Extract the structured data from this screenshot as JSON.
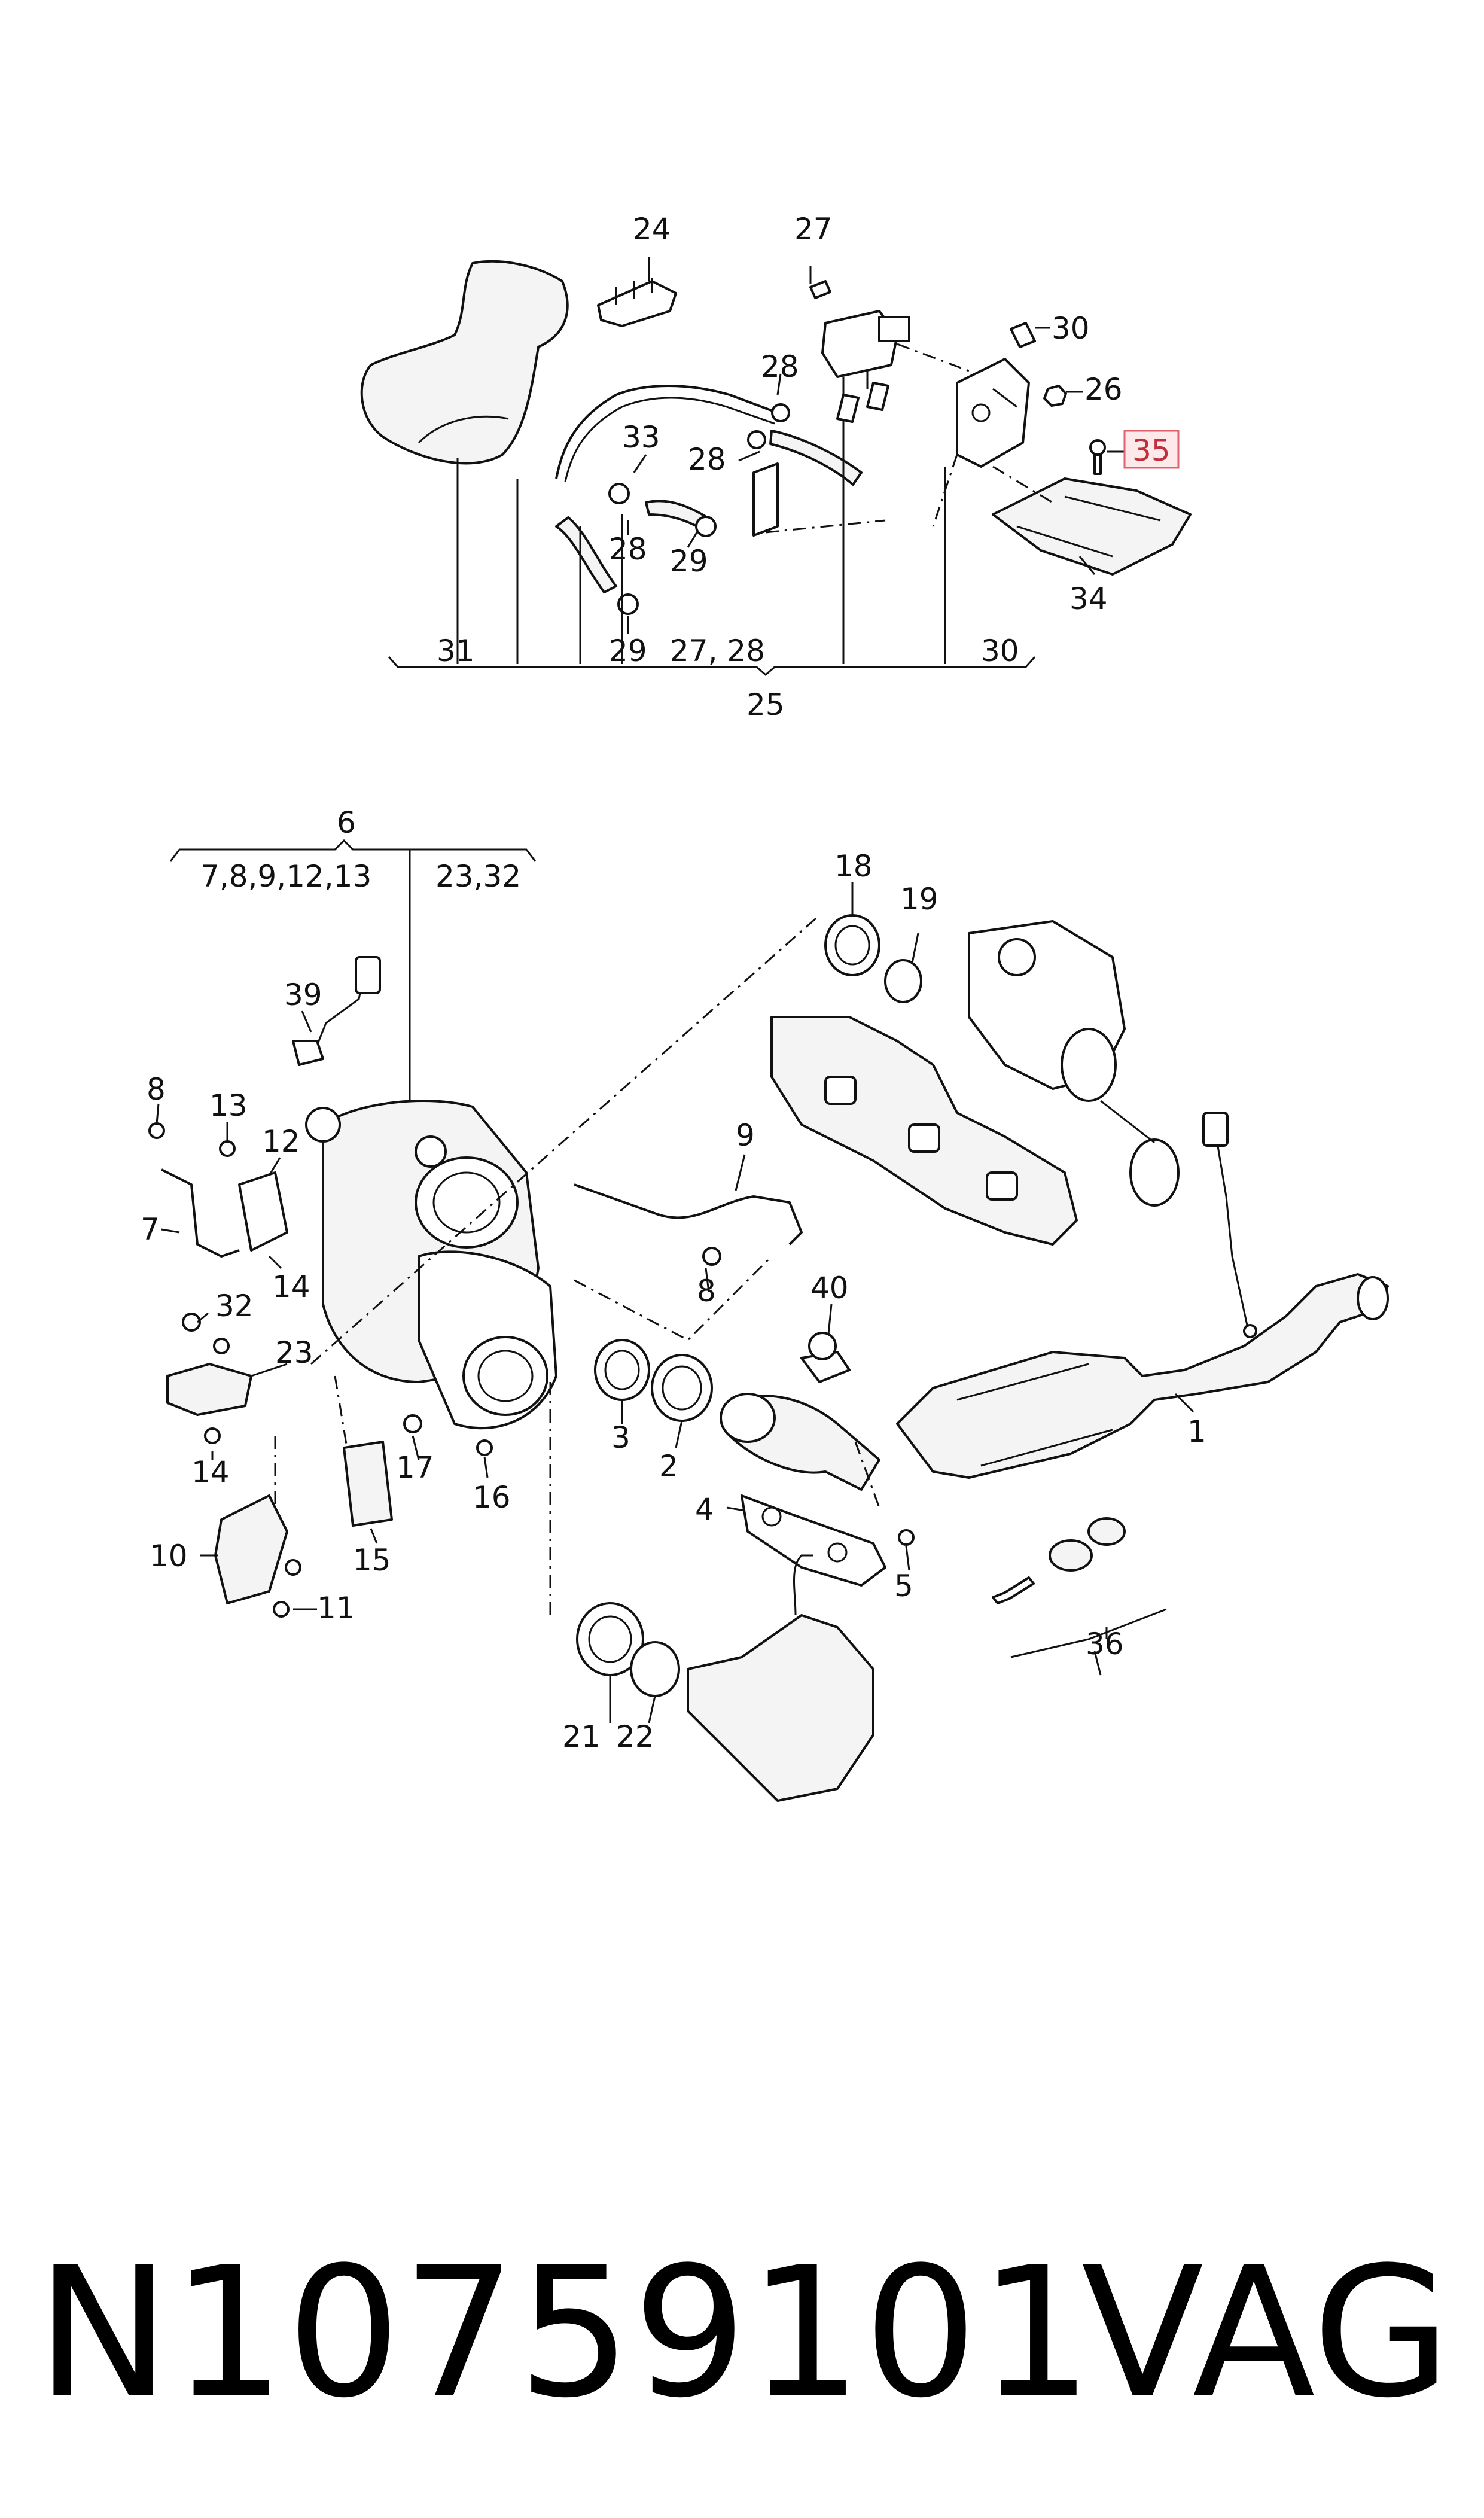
{
  "footer": {
    "part_number": "N10759101",
    "brand": "VAG"
  },
  "highlighted_callout": "35",
  "callouts": {
    "c24": "24",
    "c27": "27",
    "c30a": "30",
    "c26": "26",
    "c35": "35",
    "c28a": "28",
    "c33": "33",
    "c28b": "28",
    "c28c": "28",
    "c29a": "29",
    "c34": "34",
    "c31": "31",
    "c29b": "29",
    "c2728": "27, 28",
    "c30b": "30",
    "c25": "25",
    "c6": "6",
    "c6a": "7,8,9,12,13",
    "c6b": "23,32",
    "c18": "18",
    "c19": "19",
    "c39": "39",
    "c8a": "8",
    "c13": "13",
    "c12": "12",
    "c7": "7",
    "c14a": "14",
    "c9": "9",
    "c8b": "8",
    "c40": "40",
    "c32": "32",
    "c23": "23",
    "c14b": "14",
    "c17": "17",
    "c16": "16",
    "c3": "3",
    "c2": "2",
    "c1": "1",
    "c4": "4",
    "c5": "5",
    "c15": "15",
    "c10": "10",
    "c11": "11",
    "c36": "36",
    "c21": "21",
    "c22": "22"
  }
}
